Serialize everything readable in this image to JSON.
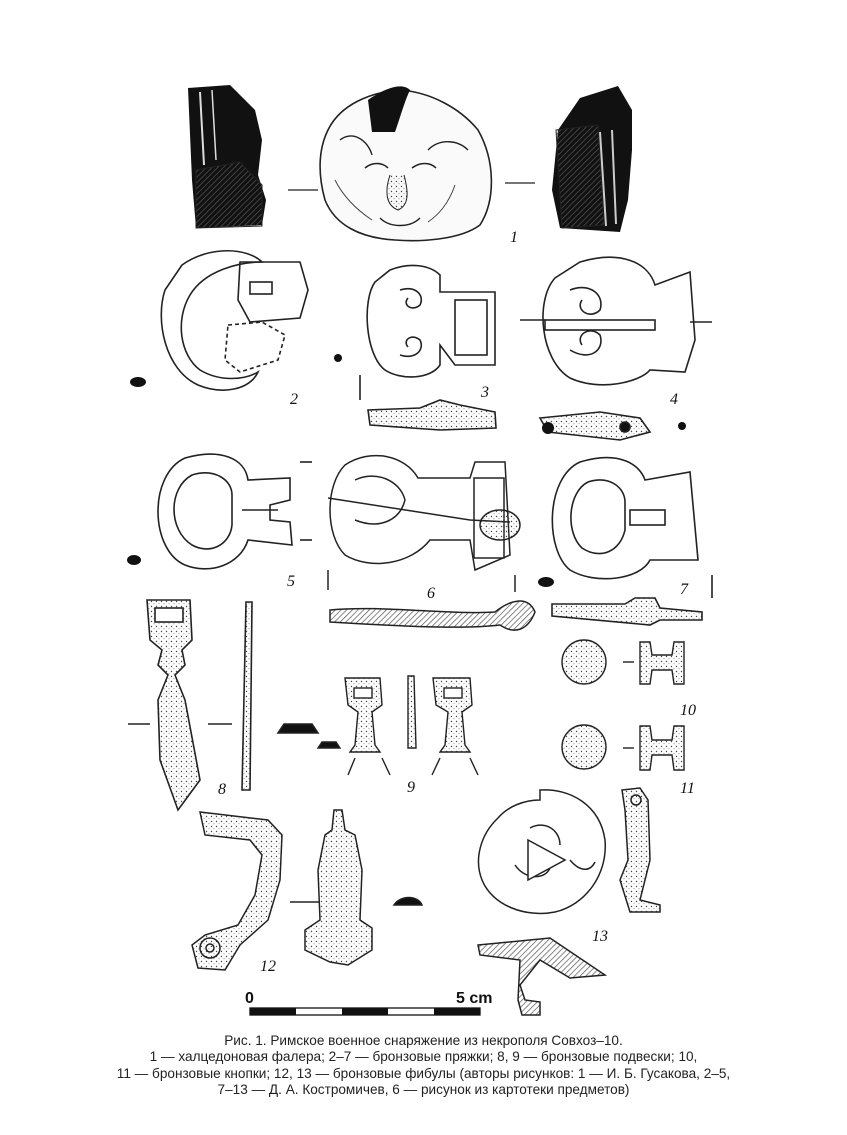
{
  "figure": {
    "numbers": [
      "1",
      "2",
      "3",
      "4",
      "5",
      "6",
      "7",
      "8",
      "9",
      "10",
      "11",
      "12",
      "13"
    ],
    "scale": {
      "start": "0",
      "end": "5 cm"
    }
  },
  "caption": {
    "lines": [
      "Рис. 1. Римское военное снаряжение из некрополя Совхоз–10.",
      "1 — халцедоновая фалера; 2–7 — бронзовые пряжки; 8, 9 — бронзовые подвески; 10,",
      "11 — бронзовые кнопки; 12, 13 — бронзовые фибулы (авторы рисунков: 1 — И. Б. Гусакова, 2–5,",
      "7–13 — Д. А. Костромичев, 6 — рисунок из картотеки предметов)"
    ]
  }
}
